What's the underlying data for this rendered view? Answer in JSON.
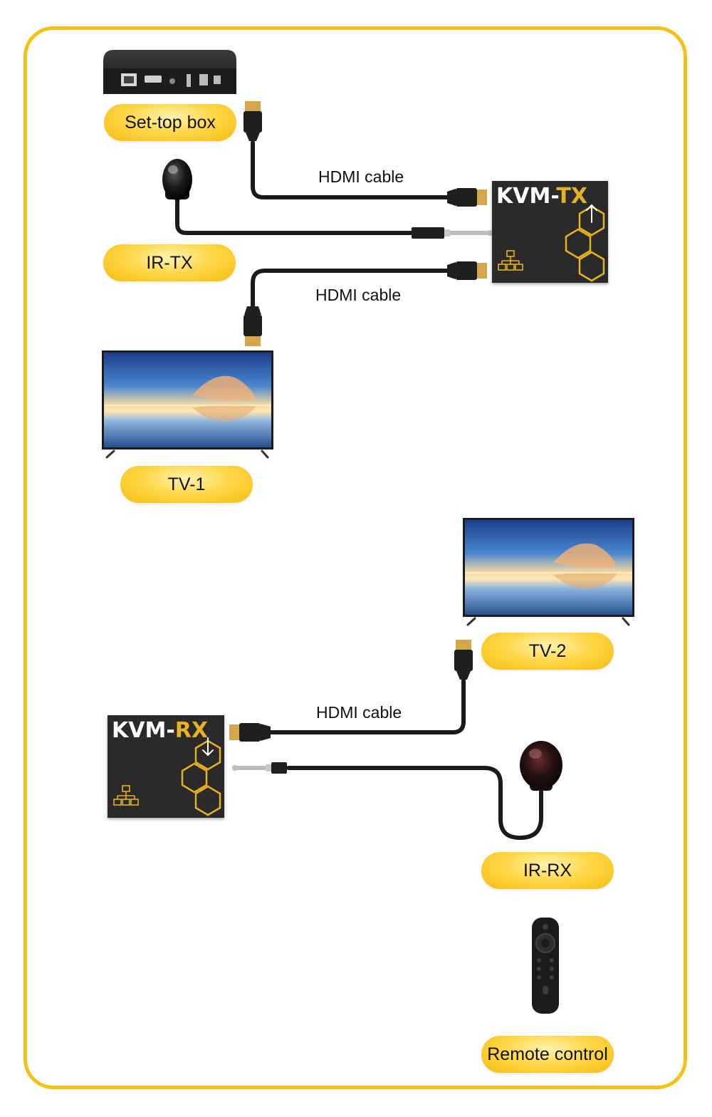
{
  "labels": {
    "set_top_box": "Set-top box",
    "ir_tx": "IR-TX",
    "tv1": "TV-1",
    "tv2": "TV-2",
    "ir_rx": "IR-RX",
    "remote_control": "Remote control"
  },
  "cables": {
    "hdmi_1": "HDMI cable",
    "hdmi_2": "HDMI cable",
    "hdmi_3": "HDMI cable"
  },
  "kvm_tx": {
    "prefix": "KVM-",
    "suffix": "TX"
  },
  "kvm_rx": {
    "prefix": "KVM-",
    "suffix": "RX"
  },
  "colors": {
    "frame": "#f6c117",
    "pill": "#f5bd0e",
    "cable": "#1a1a1a",
    "kvm_body": "#2a2a2a",
    "kvm_accent": "#e5b223"
  }
}
